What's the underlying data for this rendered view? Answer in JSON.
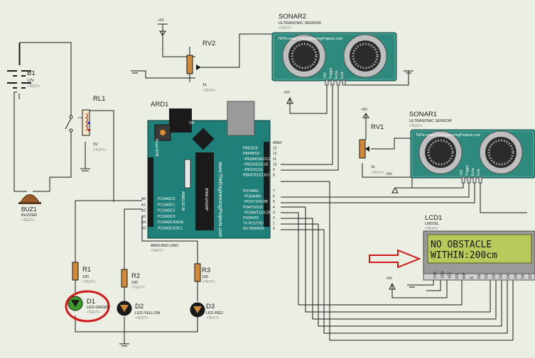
{
  "components": {
    "b1": {
      "ref": "B1",
      "value": "12V",
      "text": "<TEXT>"
    },
    "buz1": {
      "ref": "BUZ1",
      "value": "BUZZER",
      "text": "<TEXT>"
    },
    "rl1": {
      "ref": "RL1",
      "value": "5V",
      "text": "<TEXT>"
    },
    "rv2": {
      "ref": "RV2",
      "value": "1k",
      "text": "<TEXT>"
    },
    "rv1": {
      "ref": "RV1",
      "value": "1k",
      "text": "<TEXT>"
    },
    "ard1": {
      "ref": "ARD1",
      "value": "ARDUINO UNO",
      "text": "<TEXT>",
      "site": "www.TheEngineeringProjects.com",
      "analog_label": "ANALOG IN",
      "chip": "ATMEGA328P",
      "reset": "Reset BTN",
      "on": "ON"
    },
    "sonar2": {
      "ref": "SONAR2",
      "value": "ULTRASONIC SENSOR",
      "text": "<TEXT>",
      "brand": "TEPin",
      "site": "www.TheEngineeringProjects.com"
    },
    "sonar1": {
      "ref": "SONAR1",
      "value": "ULTRASONIC SENSOR",
      "text": "<TEXT>",
      "brand": "TEPin",
      "site": "www.TheEngineeringProjects.com"
    },
    "lcd1": {
      "ref": "LCD1",
      "value": "LM016L",
      "text": "<TEXT>",
      "line1": "NO OBSTACLE",
      "line2": "WITHIN:200cm"
    },
    "r1": {
      "ref": "R1",
      "value": "100",
      "text": "<TEXT>"
    },
    "r2": {
      "ref": "R2",
      "value": "100",
      "text": "<TEXT>"
    },
    "r3": {
      "ref": "R3",
      "value": "100",
      "text": "<TEXT>"
    },
    "d1": {
      "ref": "D1",
      "value": "LED-GREEN",
      "text": "<TEXT>"
    },
    "d2": {
      "ref": "D2",
      "value": "LED-YELLOW",
      "text": "<TEXT>"
    },
    "d3": {
      "ref": "D3",
      "value": "LED-RED",
      "text": "<TEXT>"
    }
  },
  "power_labels": {
    "vcc": "+5V"
  },
  "arduino_pins": {
    "analog": [
      "A0",
      "A1",
      "A2",
      "A3",
      "A4",
      "A5"
    ],
    "analog_names": [
      "PC0/ADC0",
      "PC1/ADC1",
      "PC2/ADC2",
      "PC3/ADC3",
      "PC4/ADC4/SDA",
      "PC5/ADC5/SCL"
    ],
    "digital_hi": [
      "AREF",
      "13",
      "12",
      "11",
      "10",
      "9",
      "8"
    ],
    "digital_hi_names": [
      "",
      "PB5/SCK",
      "PB4/MISO",
      "~PB3/MOSI/OC2A",
      "~PB2/SS/OC1B",
      "~PB1/OC1A",
      "PB0/ICP1/CLKO"
    ],
    "digital_lo": [
      "7",
      "6",
      "5",
      "4",
      "3",
      "2",
      "1",
      "0"
    ],
    "digital_lo_names": [
      "PD7/AIN1",
      "~PD6/AIN0",
      "~PD5/T1/OC0B",
      "PD4/T0/XCK",
      "~PD3/INT1/OC2B",
      "PD2/INT0",
      "TX PD1/TXD",
      "RX PD0/RXD"
    ]
  },
  "sonar_pins": [
    "+5V",
    "Trigger",
    "Echo",
    "Gnd"
  ],
  "lcd_pins": [
    "VSS",
    "VDD",
    "VEE",
    "RS",
    "RW",
    "E",
    "D0",
    "D1",
    "D2",
    "D3",
    "D4",
    "D5",
    "D6",
    "D7"
  ],
  "colors": {
    "background": "#ebeee3",
    "board": "#1e8078",
    "lcd": "#b9c95c",
    "led_green": "#3a9a2a",
    "highlight": "#d01818",
    "wire": "#1a1a1a"
  }
}
